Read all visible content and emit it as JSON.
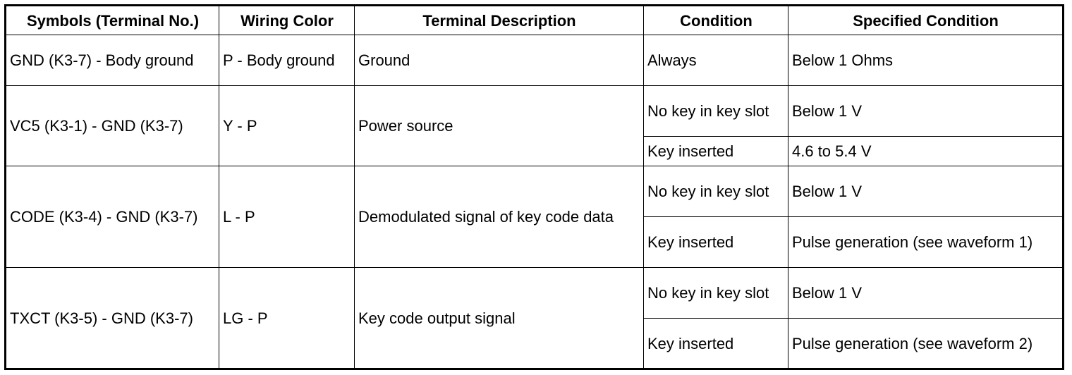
{
  "table": {
    "headers": [
      "Symbols (Terminal No.)",
      "Wiring Color",
      "Terminal Description",
      "Condition",
      "Specified Condition"
    ],
    "groups": [
      {
        "symbol": "GND (K3-7) - Body ground",
        "wiring": "P - Body ground",
        "description": "Ground",
        "rows": [
          {
            "condition": "Always",
            "specified": "Below 1 Ohms"
          }
        ]
      },
      {
        "symbol": "VC5 (K3-1) - GND (K3-7)",
        "wiring": "Y - P",
        "description": "Power source",
        "rows": [
          {
            "condition": "No key in key slot",
            "specified": "Below 1 V"
          },
          {
            "condition": "Key inserted",
            "specified": "4.6 to 5.4 V"
          }
        ]
      },
      {
        "symbol": "CODE (K3-4) - GND (K3-7)",
        "wiring": "L - P",
        "description": "Demodulated signal of key code data",
        "rows": [
          {
            "condition": "No key in key slot",
            "specified": "Below 1 V"
          },
          {
            "condition": "Key inserted",
            "specified": "Pulse generation (see waveform 1)"
          }
        ]
      },
      {
        "symbol": "TXCT (K3-5) - GND (K3-7)",
        "wiring": "LG - P",
        "description": "Key code output signal",
        "rows": [
          {
            "condition": "No key in key slot",
            "specified": "Below 1 V"
          },
          {
            "condition": "Key inserted",
            "specified": "Pulse generation (see waveform 2)"
          }
        ]
      }
    ]
  }
}
